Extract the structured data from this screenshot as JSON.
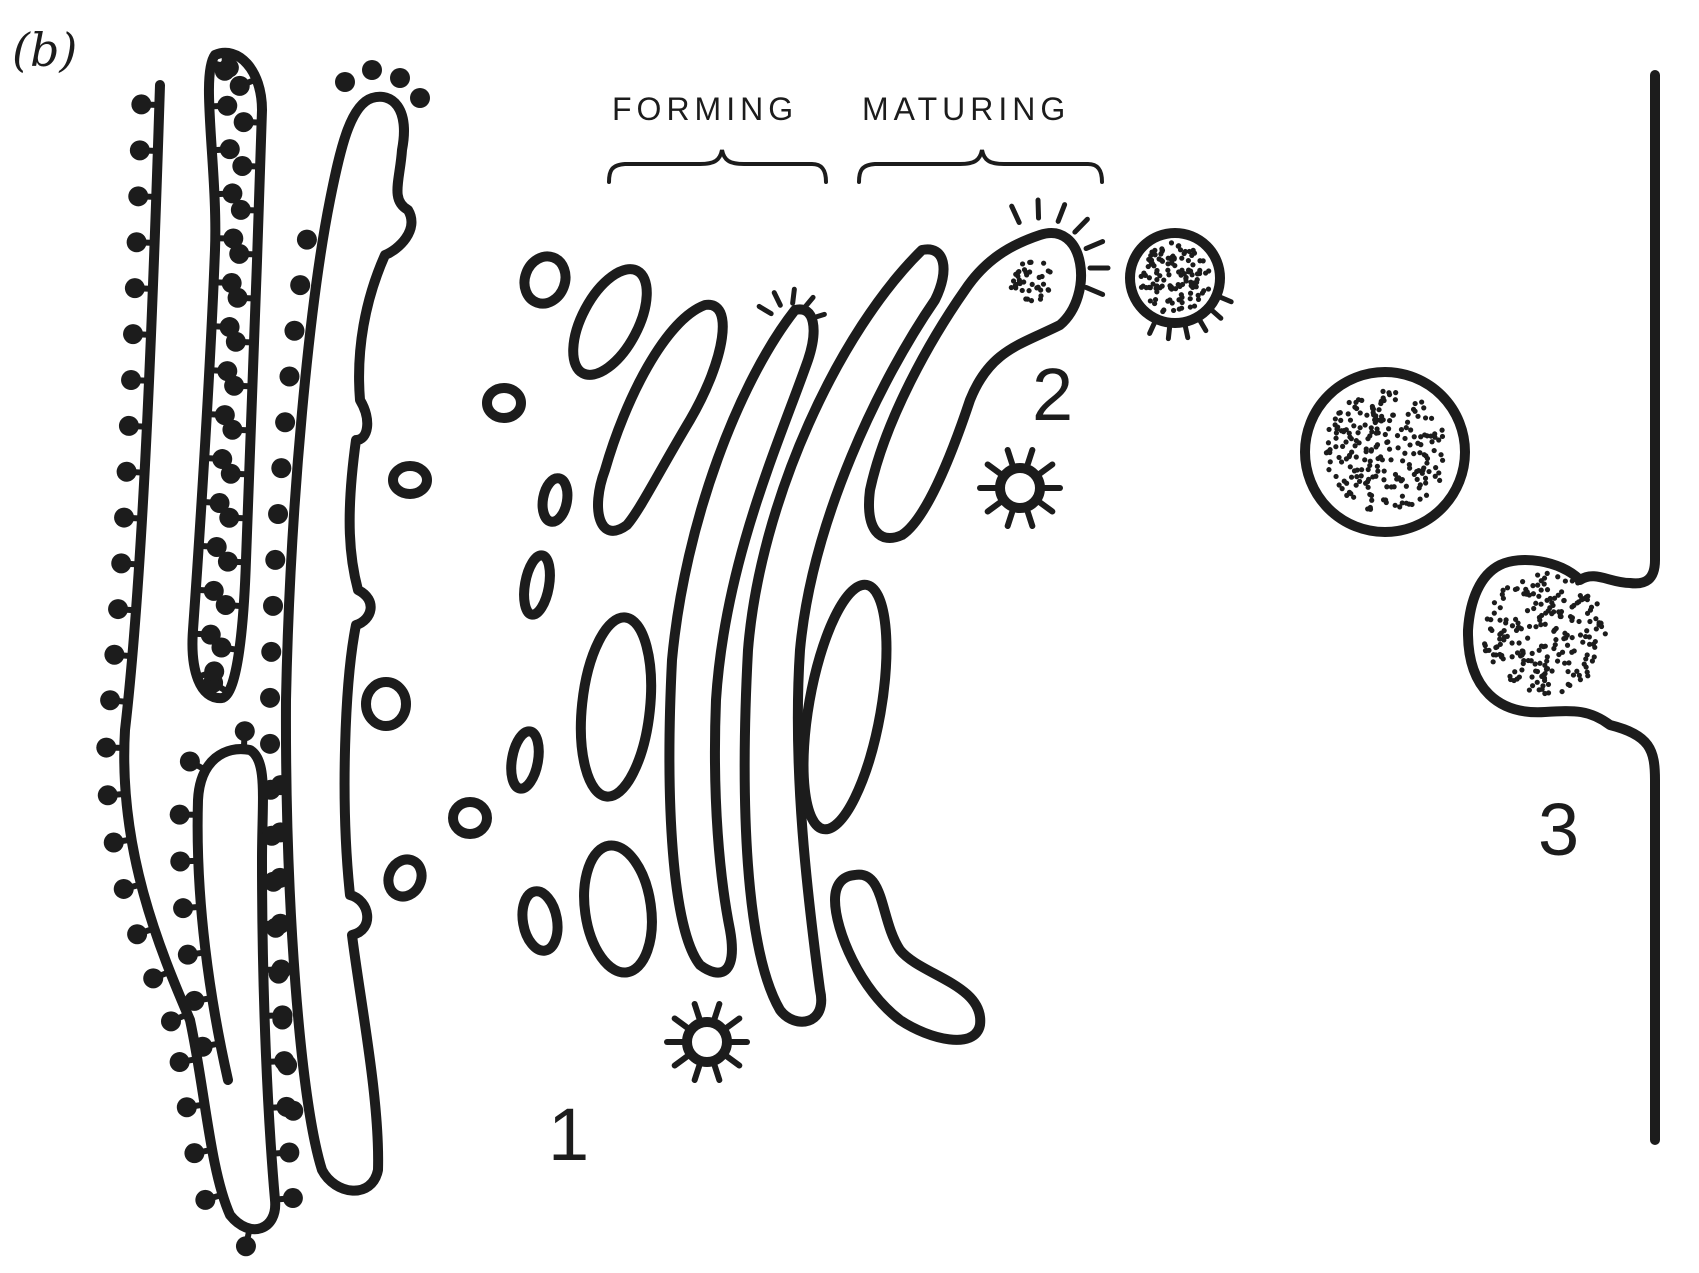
{
  "panel_label": "(b)",
  "region_labels": {
    "forming": "FORMING",
    "maturing": "MATURING"
  },
  "step_labels": {
    "step1": "1",
    "step2": "2",
    "step3": "3"
  },
  "colors": {
    "ink": "#1c1c1c",
    "background": "#ffffff"
  }
}
